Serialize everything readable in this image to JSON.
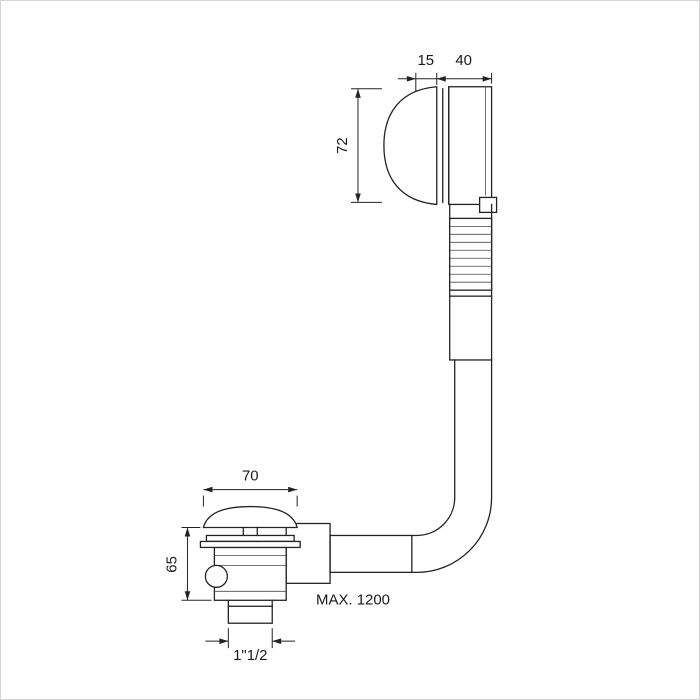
{
  "dims": {
    "top_small": "15",
    "top_large": "40",
    "overflow_height": "72",
    "cap_width": "70",
    "drain_height": "65",
    "tail_size": "1\"1/2",
    "max_length": "MAX. 1200"
  }
}
